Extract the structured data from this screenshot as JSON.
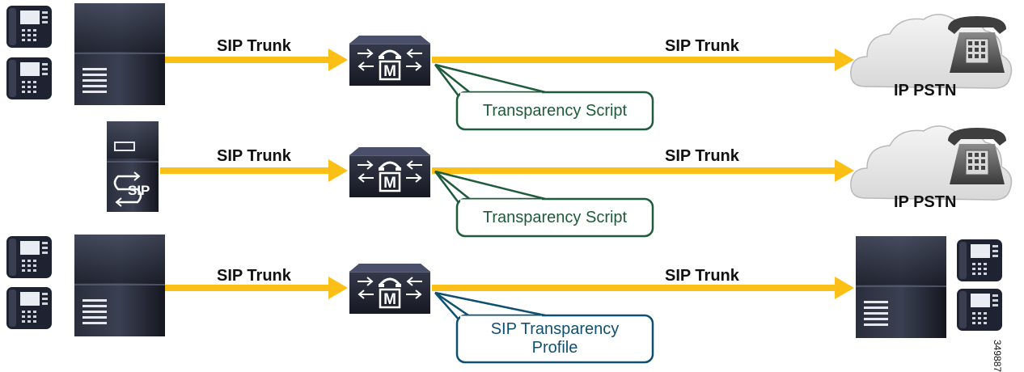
{
  "rows": [
    {
      "left_trunk_label": "SIP Trunk",
      "right_trunk_label": "SIP Trunk",
      "callout_label": "Transparency  Script",
      "endpoint_label": "IP PSTN"
    },
    {
      "left_trunk_label": "SIP Trunk",
      "right_trunk_label": "SIP Trunk",
      "callout_label": "Transparency  Script",
      "endpoint_label": "IP PSTN"
    },
    {
      "left_trunk_label": "SIP Trunk",
      "right_trunk_label": "SIP Trunk",
      "callout_line1": "SIP Transparency",
      "callout_line2": "Profile"
    }
  ],
  "sip_server_icon_text": "SIP",
  "figure_id": "349887",
  "colors": {
    "trunk_arrow": "#fbbf16",
    "device_dark": "#1c1f2b",
    "callout_green": "#1e5b3a",
    "callout_blue": "#0f5070"
  },
  "icons": [
    "ip-phone-icon",
    "call-manager-server-icon",
    "sip-server-icon",
    "cube-router-icon",
    "cloud-icon",
    "telephone-icon"
  ]
}
